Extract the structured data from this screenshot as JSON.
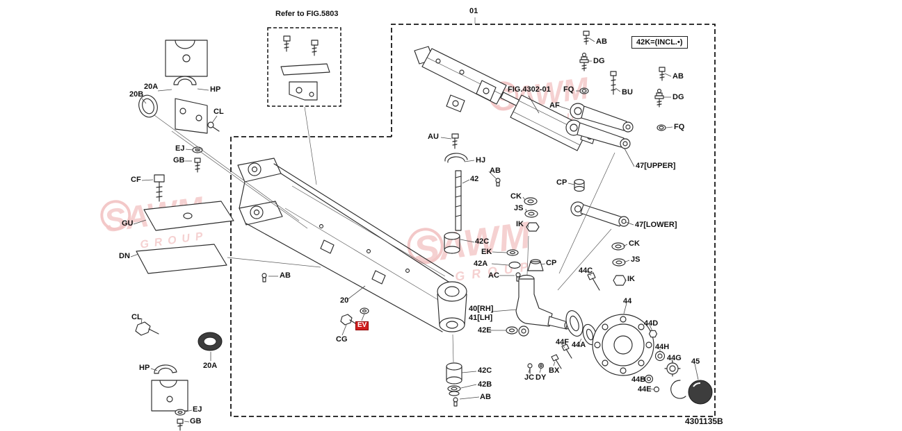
{
  "figure": {
    "region_label": "01",
    "refer_note": "Refer to FIG.5803",
    "fig_reference": "FIG.4302-01",
    "inclusion_note": "42K=(INCL.•)",
    "drawing_number": "4301135B"
  },
  "watermark": {
    "word1": "SAWM",
    "word2": "GROUP"
  },
  "labels": [
    {
      "id": "20A-upper",
      "text": "20A"
    },
    {
      "id": "20B",
      "text": "20B"
    },
    {
      "id": "HP-upper",
      "text": "HP"
    },
    {
      "id": "CL-upper",
      "text": "CL"
    },
    {
      "id": "EJ-upper",
      "text": "EJ"
    },
    {
      "id": "GB-upper",
      "text": "GB"
    },
    {
      "id": "CF",
      "text": "CF"
    },
    {
      "id": "GU",
      "text": "GU"
    },
    {
      "id": "DN",
      "text": "DN"
    },
    {
      "id": "AB-beam",
      "text": "AB"
    },
    {
      "id": "CL-lower",
      "text": "CL"
    },
    {
      "id": "HP-lower",
      "text": "HP"
    },
    {
      "id": "20A-lower",
      "text": "20A"
    },
    {
      "id": "EJ-lower",
      "text": "EJ"
    },
    {
      "id": "GB-lower",
      "text": "GB"
    },
    {
      "id": "20",
      "text": "20"
    },
    {
      "id": "CG",
      "text": "CG"
    },
    {
      "id": "EV",
      "text": "EV"
    },
    {
      "id": "AU",
      "text": "AU"
    },
    {
      "id": "HJ",
      "text": "HJ"
    },
    {
      "id": "AB-center-1",
      "text": "AB"
    },
    {
      "id": "42",
      "text": "42"
    },
    {
      "id": "42C-upper",
      "text": "42C"
    },
    {
      "id": "EK",
      "text": "EK"
    },
    {
      "id": "42A",
      "text": "42A"
    },
    {
      "id": "AC",
      "text": "AC"
    },
    {
      "id": "CK-center",
      "text": "CK"
    },
    {
      "id": "JS-center",
      "text": "JS"
    },
    {
      "id": "IK-center",
      "text": "IK"
    },
    {
      "id": "CP-1",
      "text": "CP"
    },
    {
      "id": "CP-2",
      "text": "CP"
    },
    {
      "id": "40RH",
      "text": "40[RH]"
    },
    {
      "id": "41LH",
      "text": "41[LH]"
    },
    {
      "id": "42E",
      "text": "42E"
    },
    {
      "id": "42C-lower",
      "text": "42C"
    },
    {
      "id": "42B",
      "text": "42B"
    },
    {
      "id": "AB-center-2",
      "text": "AB"
    },
    {
      "id": "JC",
      "text": "JC"
    },
    {
      "id": "DY",
      "text": "DY"
    },
    {
      "id": "BX",
      "text": "BX"
    },
    {
      "id": "44F",
      "text": "44F"
    },
    {
      "id": "44A",
      "text": "44A"
    },
    {
      "id": "44C",
      "text": "44C"
    },
    {
      "id": "44",
      "text": "44"
    },
    {
      "id": "44D",
      "text": "44D"
    },
    {
      "id": "44H",
      "text": "44H"
    },
    {
      "id": "44G",
      "text": "44G"
    },
    {
      "id": "44B",
      "text": "44B"
    },
    {
      "id": "44E",
      "text": "44E"
    },
    {
      "id": "45",
      "text": "45"
    },
    {
      "id": "47-UPPER",
      "text": "47[UPPER]"
    },
    {
      "id": "47-LOWER",
      "text": "47[LOWER]"
    },
    {
      "id": "CK-right",
      "text": "CK"
    },
    {
      "id": "JS-right",
      "text": "JS"
    },
    {
      "id": "IK-right",
      "text": "IK"
    },
    {
      "id": "AB-top-1",
      "text": "AB"
    },
    {
      "id": "DG-top-1",
      "text": "DG"
    },
    {
      "id": "AB-top-2",
      "text": "AB"
    },
    {
      "id": "DG-top-2",
      "text": "DG"
    },
    {
      "id": "BU",
      "text": "BU"
    },
    {
      "id": "FQ-1",
      "text": "FQ"
    },
    {
      "id": "AF",
      "text": "AF"
    },
    {
      "id": "FQ-2",
      "text": "FQ"
    }
  ]
}
